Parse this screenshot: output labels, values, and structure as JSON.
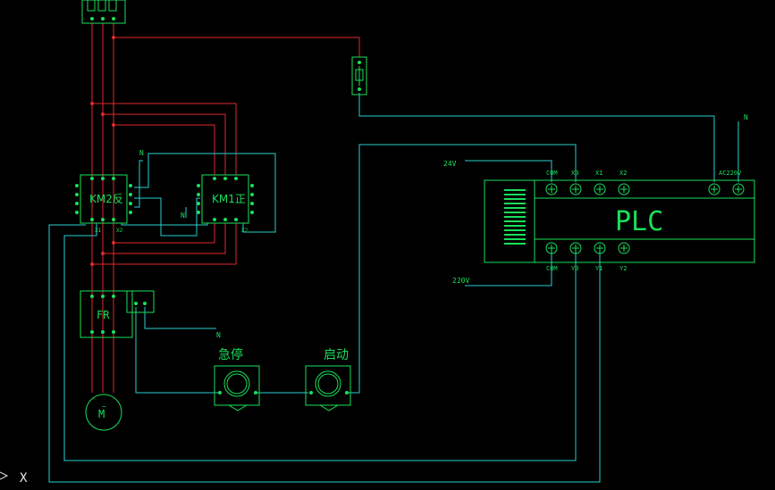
{
  "colors": {
    "background": "#000000",
    "component": "#19e05a",
    "power_wire": "#e02a2a",
    "control_wire": "#27cfcf",
    "text": "#19e05a",
    "axis": "#e6e6e6"
  },
  "labels": {
    "km2": "KM2反",
    "km1": "KM1正",
    "fr": "FR",
    "motor": "M",
    "motor_sub": "~",
    "plc": "PLC",
    "emergency_stop": "急停",
    "start": "启动",
    "v24": "24V",
    "v220": "220V",
    "n_top_right": "N",
    "n_km2": "N",
    "n_km1": "N",
    "n_fr": "N",
    "plc_in_com": "COM",
    "plc_x0": "X0",
    "plc_x1": "X1",
    "plc_x2": "X2",
    "plc_ac220": "AC220V",
    "plc_out_com": "COM",
    "plc_y0": "Y0",
    "plc_y1": "Y1",
    "plc_y2": "Y2",
    "axis_label": "X",
    "km2_t1": "X1",
    "km2_t2": "X2",
    "km1_t1": "X2"
  },
  "icons": {
    "axis": "ucs-axis-icon",
    "breaker": "breaker-icon",
    "fuse": "fuse-icon",
    "motor": "motor-icon",
    "pushbutton": "pushbutton-icon",
    "plc_display": "plc-display-icon"
  }
}
